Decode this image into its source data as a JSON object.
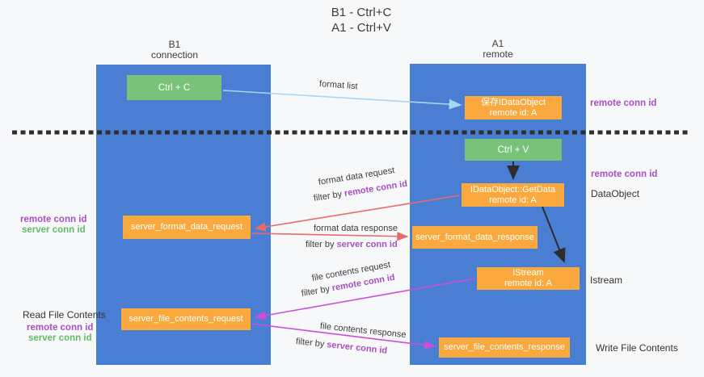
{
  "title": {
    "line1": "B1 - Ctrl+C",
    "line2": "A1 - Ctrl+V"
  },
  "columns": {
    "left": {
      "name": "B1",
      "subtitle": "connection"
    },
    "right": {
      "name": "A1",
      "subtitle": "remote"
    }
  },
  "nodes": {
    "ctrl_c": "Ctrl + C",
    "ctrl_v": "Ctrl + V",
    "save_dataobject": {
      "line1": "保存IDataObject",
      "line2": "remote id: A"
    },
    "getdata": {
      "line1": "IDataObject::GetData",
      "line2": "remote id: A"
    },
    "istream": {
      "line1": "IStream",
      "line2": "remote id: A"
    },
    "server_format_data_request": "server_format_data_request",
    "server_format_data_response": "server_format_data_response",
    "server_file_contents_request": "server_file_contents_request",
    "server_file_contents_response": "server_file_contents_response"
  },
  "arrow_labels": {
    "format_list": "format list",
    "format_data_request": "format data request",
    "format_data_response": "format data response",
    "file_contents_request": "file contents request",
    "file_contents_response": "file contents response",
    "filter_by": "filter by",
    "remote_conn_id": "remote conn id",
    "server_conn_id": "server conn id"
  },
  "side_labels": {
    "right_remote_conn_id_top": "remote conn id",
    "right_remote_conn_id_mid": "remote conn id",
    "dataobject": "DataObject",
    "istream": "Istream",
    "write_file_contents": "Write File Contents",
    "read_file_contents": "Read File Contents",
    "left_remote_conn_id_top": "remote conn id",
    "left_server_conn_id_top": "server conn id",
    "left_remote_conn_id_bottom": "remote conn id",
    "left_server_conn_id_bottom": "server conn id"
  },
  "colors": {
    "column_blue": "#4a7ed3",
    "node_green": "#79c279",
    "node_orange": "#f9a93d",
    "arrow_red": "#e86a6a",
    "arrow_magenta": "#cb4fd6",
    "arrow_lightblue": "#a9d5f5",
    "arrow_black": "#2d2d2d",
    "text_purple": "#a84fc0",
    "text_green": "#66bb6a"
  }
}
